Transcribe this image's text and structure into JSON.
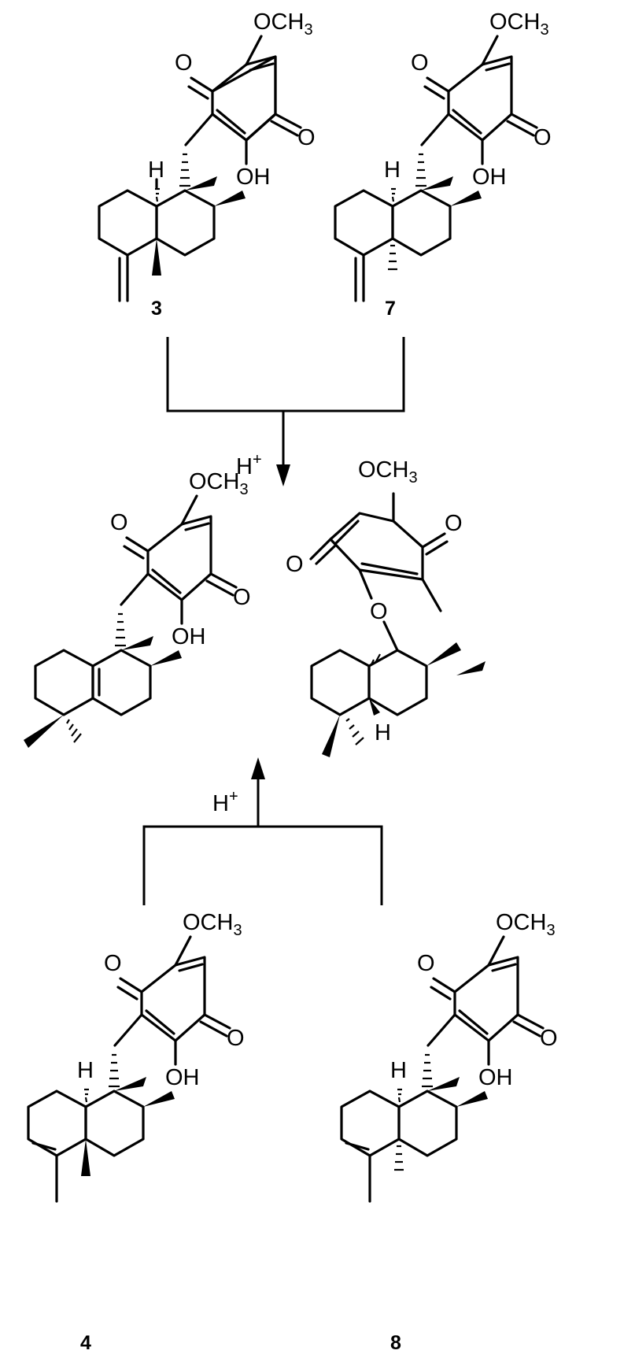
{
  "labels": {
    "methoxy": "OCH",
    "methoxy_sub": "3",
    "carbonyl_o": "O",
    "hydroxyl": "OH",
    "ether_o": "O",
    "hydrogen": "H",
    "proton": "H",
    "proton_charge": "+"
  },
  "compounds": {
    "c3": "3",
    "c7": "7",
    "c4": "4",
    "c8": "8"
  }
}
